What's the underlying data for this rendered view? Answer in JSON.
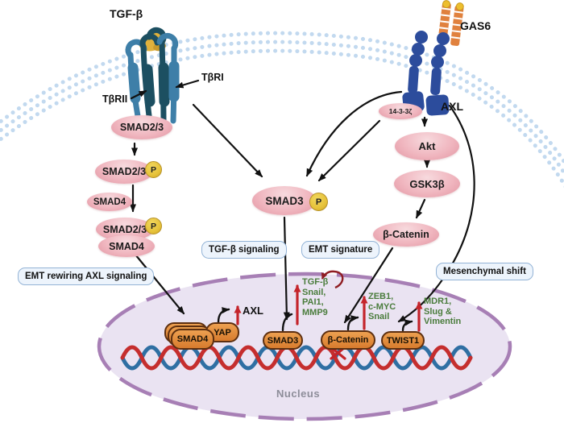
{
  "ligands": {
    "tgfb": "TGF-β",
    "gas6": "GAS6"
  },
  "receptors": {
    "tbr2": "TβRII",
    "tbr1": "TβRI",
    "axl": "AXL"
  },
  "phospho": "P",
  "proteins": {
    "smad23": "SMAD2/3",
    "smad23_p": "SMAD2/3",
    "smad4": "SMAD4",
    "complex_smad23": "SMAD2/3",
    "complex_smad4": "SMAD4",
    "smad3": "SMAD3",
    "adapter_1433z": "14-3-3ζ",
    "akt": "Akt",
    "gsk3b": "GSK3β",
    "beta_catenin": "β-Catenin"
  },
  "pathway_labels": {
    "emt_rewiring": "EMT rewiring AXL signaling",
    "tgfb_signaling": "TGF-β signaling",
    "emt_signature": "EMT signature",
    "mesenchymal_shift": "Mesenchymal shift"
  },
  "nucleus": {
    "label": "Nucleus",
    "factors": {
      "smad4": "SMAD4",
      "yap": "YAP",
      "smad3": "SMAD3",
      "beta_catenin": "β-Catenin",
      "twist1": "TWIST1"
    },
    "targets": {
      "axl": "AXL",
      "smad3_list": "TGF-β\nSnail,\nPAI1,\nMMP9",
      "beta_catenin_list": "ZEB1,\nc-MYC\nSnail",
      "twist1_list": "MDR1,\nSlug &\nVimentin"
    }
  },
  "colors": {
    "pink_node": "#efb0ba",
    "phospho_yellow": "#e3bc30",
    "orange_box": "#de8a3e",
    "green_text": "#4a7c3c",
    "red_arrow": "#c4242b",
    "feedback_red": "#8f1d22",
    "membrane_dots": "#c2d9ef",
    "nucleus_fill": "#eae3f2",
    "nucleus_border": "#a77fb5",
    "axl_receptor_blue": "#2c4c9c",
    "tgf_receptor_light": "#3e7fa8",
    "tgf_receptor_dark": "#1c4f61",
    "gas6_orange": "#e0813e",
    "dna_red": "#c52e2e",
    "dna_blue": "#2f6fa3"
  }
}
